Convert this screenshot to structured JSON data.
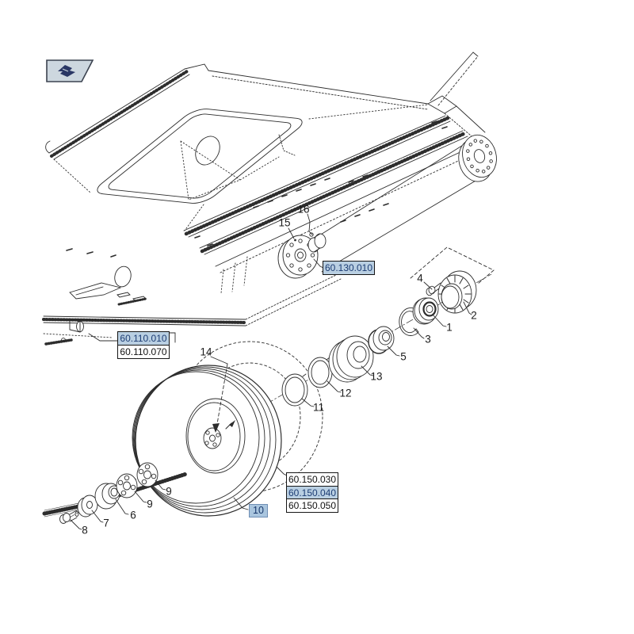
{
  "toolbar": {
    "related_parts_button": {
      "icon": "related-parts-icon"
    }
  },
  "diagram": {
    "refs": [
      {
        "text": "60.130.010",
        "highlighted": true
      },
      {
        "text": "60.110.010",
        "highlighted": true
      },
      {
        "text": "60.110.070",
        "highlighted": false
      },
      {
        "text": "60.150.030",
        "highlighted": false
      },
      {
        "text": "60.150.040",
        "highlighted": true
      },
      {
        "text": "60.150.050",
        "highlighted": false
      }
    ],
    "callouts": [
      {
        "label": "1",
        "selected": false
      },
      {
        "label": "2",
        "selected": false
      },
      {
        "label": "3",
        "selected": false
      },
      {
        "label": "4",
        "selected": false
      },
      {
        "label": "5",
        "selected": false
      },
      {
        "label": "6",
        "selected": false
      },
      {
        "label": "7",
        "selected": false
      },
      {
        "label": "8",
        "selected": false
      },
      {
        "label": "9",
        "selected": false
      },
      {
        "label": "9",
        "selected": false
      },
      {
        "label": "10",
        "selected": true
      },
      {
        "label": "11",
        "selected": false
      },
      {
        "label": "12",
        "selected": false
      },
      {
        "label": "13",
        "selected": false
      },
      {
        "label": "14",
        "selected": false
      },
      {
        "label": "15",
        "selected": false
      },
      {
        "label": "16",
        "selected": false
      }
    ],
    "colors": {
      "highlight_bg": "#b9cfe2",
      "highlight_text": "#1d3d74",
      "selected_callout_bg": "#a9c5de",
      "line": "#2d2d2d"
    }
  }
}
